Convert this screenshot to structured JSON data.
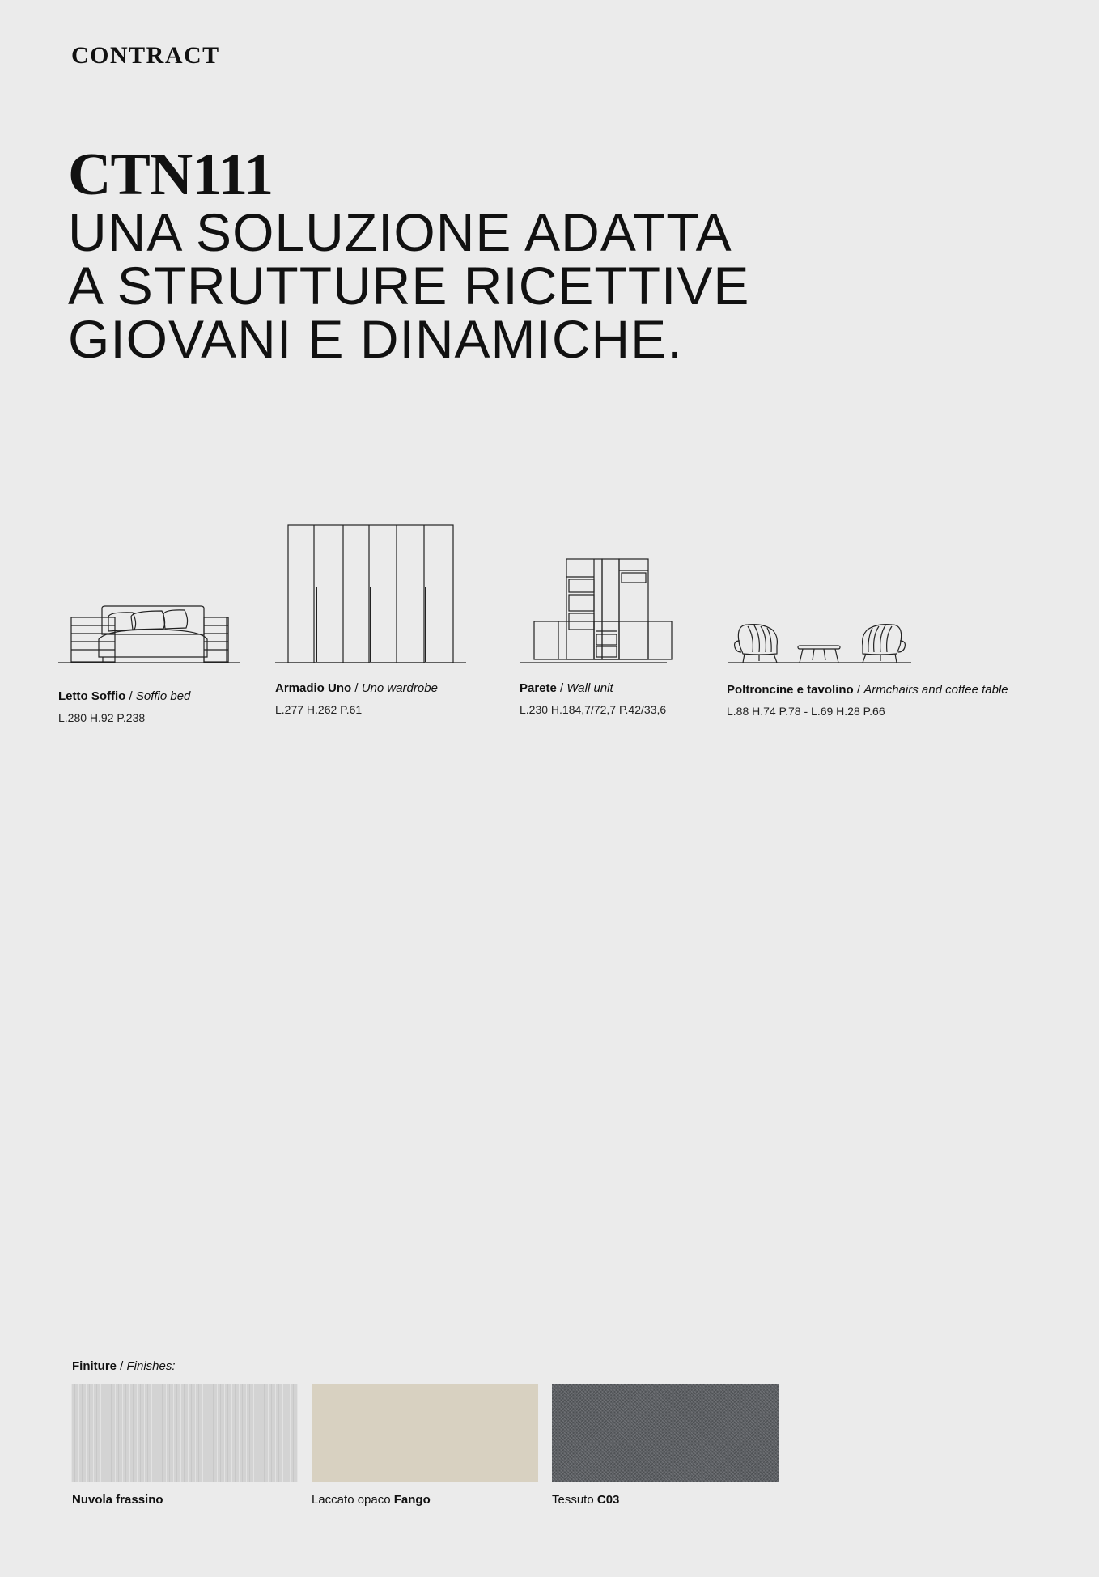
{
  "header": {
    "brand": "CONTRACT"
  },
  "hero": {
    "code": "CTN111",
    "tagline_lines": [
      "UNA SOLUZIONE ADATTA",
      "A STRUTTURE RICETTIVE",
      "GIOVANI E DINAMICHE."
    ]
  },
  "products": [
    {
      "name": "Letto Soffio",
      "sep": " / ",
      "name_en": "Soffio bed",
      "dims": "L.280 H.92 P.238"
    },
    {
      "name": "Armadio Uno",
      "sep": " / ",
      "name_en": "Uno wardrobe",
      "dims": "L.277 H.262 P.61"
    },
    {
      "name": "Parete",
      "sep": " / ",
      "name_en": "Wall unit",
      "dims": "L.230 H.184,7/72,7  P.42/33,6"
    },
    {
      "name": "Poltroncine e tavolino",
      "sep": " / ",
      "name_en": "Armchairs and coffee table",
      "dims": "L.88 H.74 P.78 - L.69 H.28 P.66"
    }
  ],
  "finishes": {
    "label": "Finiture",
    "sep": " / ",
    "label_en": "Finishes:",
    "items": [
      {
        "prefix": "",
        "name": "Nuvola frassino",
        "color": "#d3d3d3"
      },
      {
        "prefix": "Laccato opaco ",
        "name": "Fango",
        "color": "#d8d1c1"
      },
      {
        "prefix": "Tessuto ",
        "name": "C03",
        "color": "#5d6064"
      }
    ]
  }
}
